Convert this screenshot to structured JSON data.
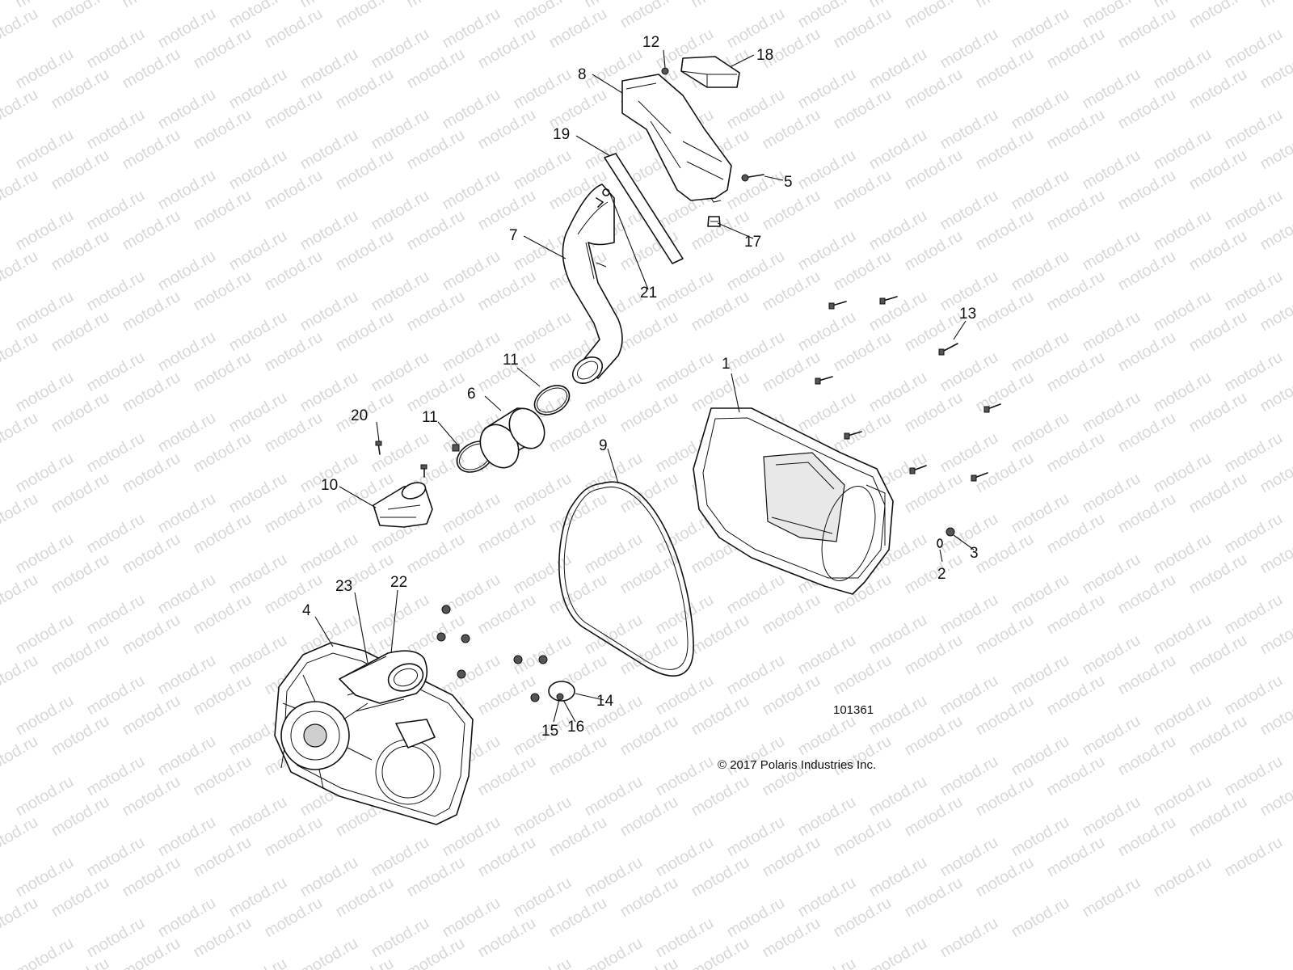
{
  "watermark": "motod.ru",
  "callouts": [
    "1",
    "2",
    "3",
    "4",
    "5",
    "6",
    "7",
    "8",
    "9",
    "10",
    "11",
    "11",
    "12",
    "13",
    "14",
    "15",
    "16",
    "17",
    "18",
    "19",
    "20",
    "21",
    "22",
    "23"
  ],
  "diagram_number": "101361",
  "copyright": "© 2017 Polaris Industries Inc."
}
